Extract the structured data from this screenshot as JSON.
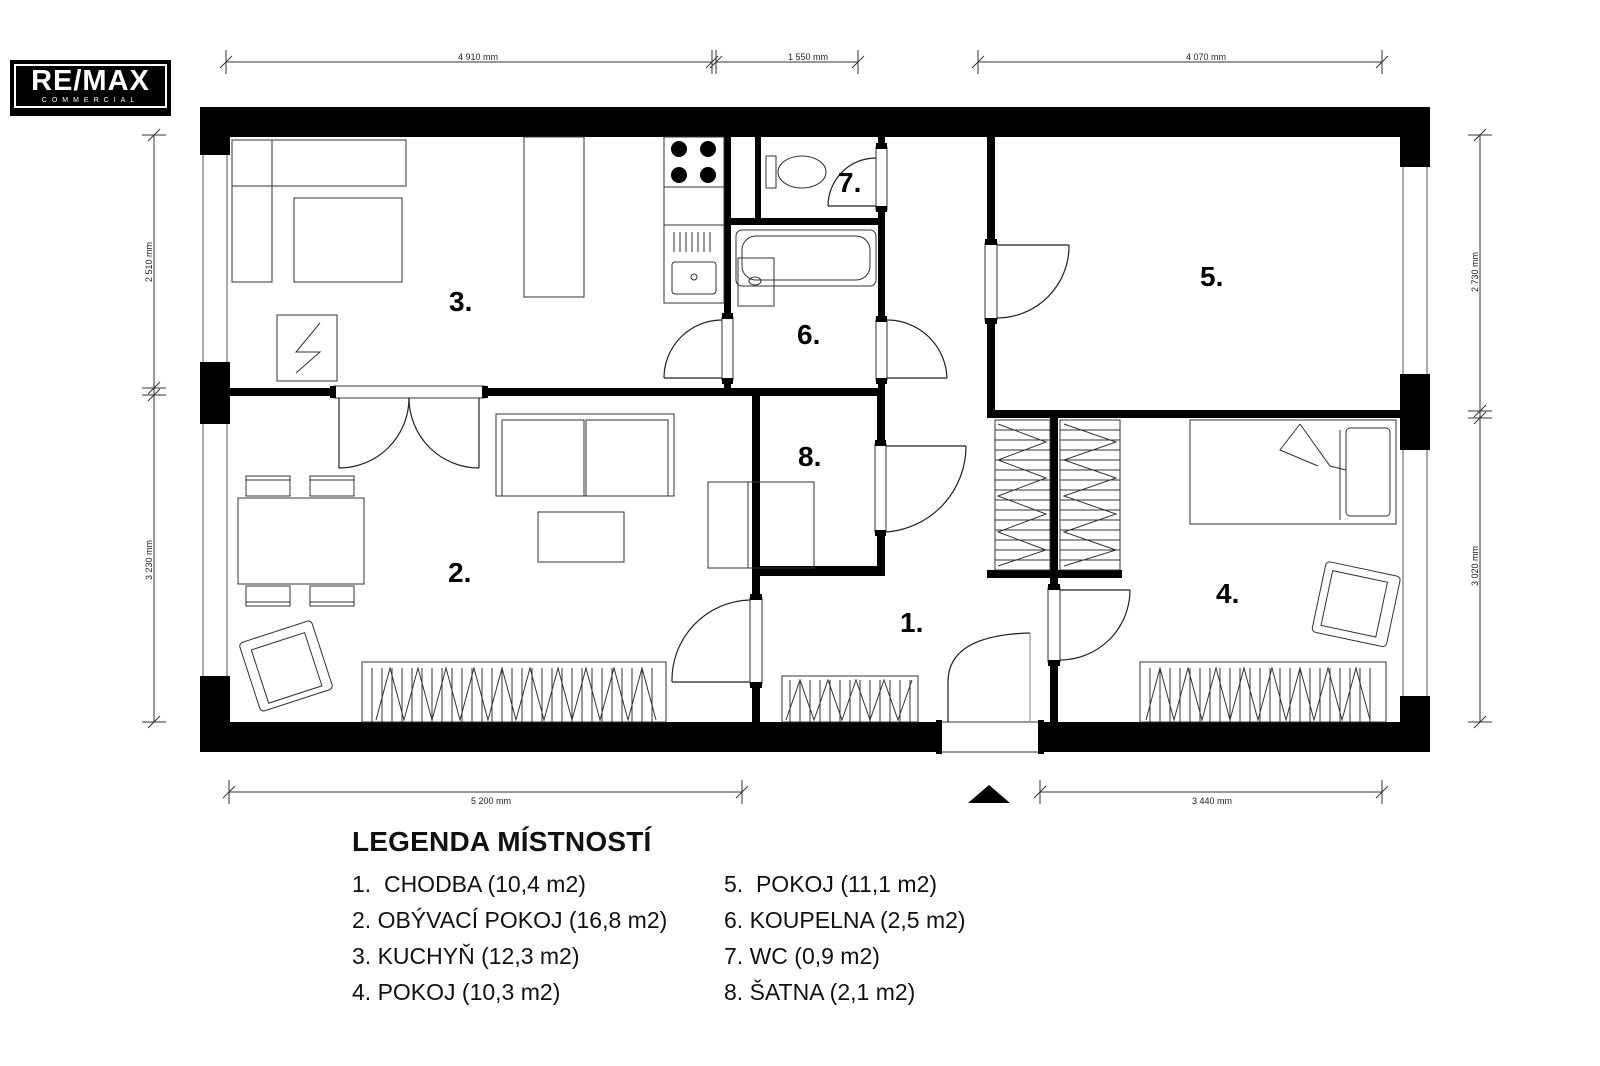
{
  "logo": {
    "brand": "RE/MAX",
    "subtitle": "COMMERCIAL"
  },
  "dimensions": {
    "top_1": "4 910 mm",
    "top_2": "1 550 mm",
    "top_3": "4 070 mm",
    "bottom_1": "5 200 mm",
    "bottom_2": "3 440 mm",
    "left_1": "2 510 mm",
    "left_2": "3 230 mm",
    "right_1": "2 730 mm",
    "right_2": "3 020 mm"
  },
  "rooms": {
    "r1": "1.",
    "r2": "2.",
    "r3": "3.",
    "r4": "4.",
    "r5": "5.",
    "r6": "6.",
    "r7": "7.",
    "r8": "8."
  },
  "legend": {
    "title": "LEGENDA MÍSTNOSTÍ",
    "col1": [
      "1.  CHODBA (10,4 m2)",
      "2. OBÝVACÍ POKOJ (16,8 m2)",
      "3. KUCHYŇ (12,3 m2)",
      "4. POKOJ (10,3 m2)"
    ],
    "col2": [
      "5.  POKOJ (11,1 m2)",
      "6. KOUPELNA (2,5 m2)",
      "7. WC (0,9 m2)",
      "8. ŠATNA (2,1 m2)"
    ]
  },
  "colors": {
    "wall": "#000000",
    "line": "#333333",
    "background": "#ffffff"
  },
  "icons": [
    "entrance-arrow-icon",
    "door-swing-icon",
    "stove-icon",
    "sink-icon",
    "bathtub-icon",
    "toilet-icon",
    "boiler-icon"
  ]
}
